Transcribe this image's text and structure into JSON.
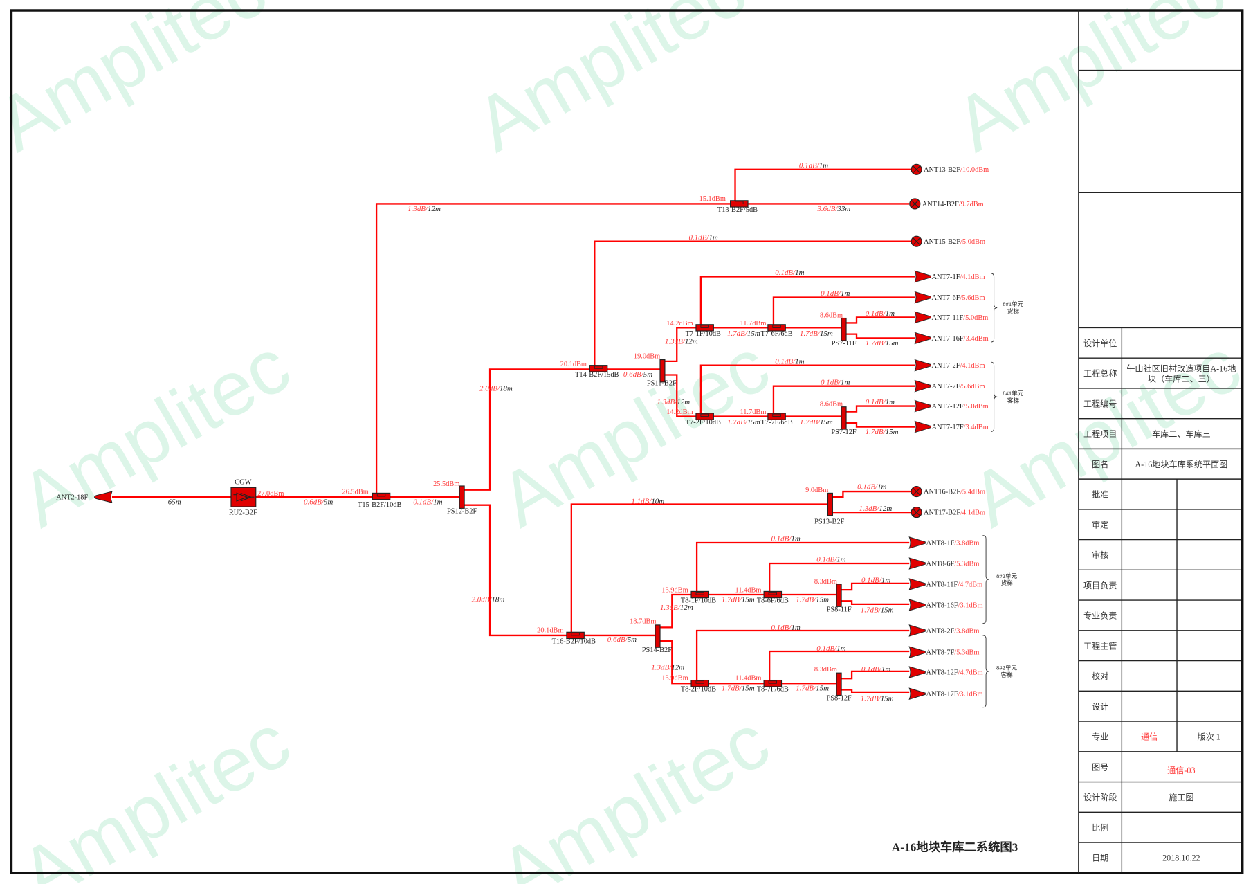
{
  "watermark": "Amplitec",
  "drawing_title": "A-16地块车库二系统图3",
  "colors": {
    "line": "#ff0000",
    "power_text": "#ff3b3b",
    "device": "#e00000",
    "watermark": "#dcf5e8"
  },
  "source": {
    "top_label": "CGW",
    "name": "RU2-B2F"
  },
  "devices": [
    "T15-B2F/10dB",
    "PS12-B2F",
    "T13-B2F/5dB",
    "T14-B2F/15dB",
    "PS11-B2F",
    "T7-1F/10dB",
    "T7-6F/6dB",
    "PS7-11F",
    "T7-2F/10dB",
    "T7-7F/6dB",
    "PS7-12F",
    "PS13-B2F",
    "T16-B2F/10dB",
    "PS14-B2F",
    "T8-1F/10dB",
    "T8-6F/6dB",
    "PS8-11F",
    "T8-2F/10dB",
    "T8-7F/6dB",
    "PS8-12F"
  ],
  "power_levels": [
    "27.0dBm",
    "26.5dBm",
    "25.5dBm",
    "15.1dBm",
    "20.1dBm",
    "19.0dBm",
    "14.2dBm",
    "11.7dBm",
    "8.6dBm",
    "14.2dBm",
    "11.7dBm",
    "8.6dBm",
    "9.0dBm",
    "20.1dBm",
    "18.7dBm",
    "13.9dBm",
    "11.4dBm",
    "8.3dBm",
    "13.9dBm",
    "11.4dBm",
    "8.3dBm"
  ],
  "cables": [
    {
      "loss": "",
      "len": "65m"
    },
    {
      "loss": "0.6dB/",
      "len": "5m"
    },
    {
      "loss": "0.1dB/",
      "len": "1m"
    },
    {
      "loss": "2.0dB/",
      "len": "18m"
    },
    {
      "loss": "2.0dB/",
      "len": "18m"
    },
    {
      "loss": "1.3dB/",
      "len": "12m"
    },
    {
      "loss": "3.6dB/",
      "len": "33m"
    },
    {
      "loss": "0.1dB/",
      "len": "1m"
    },
    {
      "loss": "0.1dB/",
      "len": "1m"
    },
    {
      "loss": "0.6dB/",
      "len": "5m"
    },
    {
      "loss": "1.3dB/",
      "len": "12m"
    },
    {
      "loss": "0.1dB/",
      "len": "1m"
    },
    {
      "loss": "0.1dB/",
      "len": "1m"
    },
    {
      "loss": "0.1dB/",
      "len": "1m"
    },
    {
      "loss": "1.7dB/",
      "len": "15m"
    },
    {
      "loss": "1.7dB/",
      "len": "15m"
    },
    {
      "loss": "1.7dB/",
      "len": "15m"
    },
    {
      "loss": "1.3dB/",
      "len": "12m"
    },
    {
      "loss": "0.1dB/",
      "len": "1m"
    },
    {
      "loss": "0.1dB/",
      "len": "1m"
    },
    {
      "loss": "0.1dB/",
      "len": "1m"
    },
    {
      "loss": "1.7dB/",
      "len": "15m"
    },
    {
      "loss": "1.7dB/",
      "len": "15m"
    },
    {
      "loss": "1.7dB/",
      "len": "15m"
    },
    {
      "loss": "1.1dB/",
      "len": "10m"
    },
    {
      "loss": "0.1dB/",
      "len": "1m"
    },
    {
      "loss": "1.3dB/",
      "len": "12m"
    },
    {
      "loss": "0.6dB/",
      "len": "5m"
    },
    {
      "loss": "1.3dB/",
      "len": "12m"
    },
    {
      "loss": "0.1dB/",
      "len": "1m"
    },
    {
      "loss": "0.1dB/",
      "len": "1m"
    },
    {
      "loss": "0.1dB/",
      "len": "1m"
    },
    {
      "loss": "1.7dB/",
      "len": "15m"
    },
    {
      "loss": "1.7dB/",
      "len": "15m"
    },
    {
      "loss": "1.7dB/",
      "len": "15m"
    },
    {
      "loss": "1.3dB/",
      "len": "12m"
    },
    {
      "loss": "0.1dB/",
      "len": "1m"
    },
    {
      "loss": "0.1dB/",
      "len": "1m"
    },
    {
      "loss": "0.1dB/",
      "len": "1m"
    },
    {
      "loss": "1.7dB/",
      "len": "15m"
    },
    {
      "loss": "1.7dB/",
      "len": "15m"
    },
    {
      "loss": "1.7dB/",
      "len": "15m"
    }
  ],
  "antennas": [
    {
      "name": "ANT2-18F",
      "power": "",
      "type": "panel-left"
    },
    {
      "name": "ANT13-B2F",
      "power": "/10.0dBm",
      "type": "omni"
    },
    {
      "name": "ANT14-B2F",
      "power": "/9.7dBm",
      "type": "omni"
    },
    {
      "name": "ANT15-B2F",
      "power": "/5.0dBm",
      "type": "omni"
    },
    {
      "name": "ANT7-1F",
      "power": "/4.1dBm",
      "type": "panel"
    },
    {
      "name": "ANT7-6F",
      "power": "/5.6dBm",
      "type": "panel"
    },
    {
      "name": "ANT7-11F",
      "power": "/5.0dBm",
      "type": "panel"
    },
    {
      "name": "ANT7-16F",
      "power": "/3.4dBm",
      "type": "panel"
    },
    {
      "name": "ANT7-2F",
      "power": "/4.1dBm",
      "type": "panel"
    },
    {
      "name": "ANT7-7F",
      "power": "/5.6dBm",
      "type": "panel"
    },
    {
      "name": "ANT7-12F",
      "power": "/5.0dBm",
      "type": "panel"
    },
    {
      "name": "ANT7-17F",
      "power": "/3.4dBm",
      "type": "panel"
    },
    {
      "name": "ANT16-B2F",
      "power": "/5.4dBm",
      "type": "omni"
    },
    {
      "name": "ANT17-B2F",
      "power": "/4.1dBm",
      "type": "omni"
    },
    {
      "name": "ANT8-1F",
      "power": "/3.8dBm",
      "type": "panel"
    },
    {
      "name": "ANT8-6F",
      "power": "/5.3dBm",
      "type": "panel"
    },
    {
      "name": "ANT8-11F",
      "power": "/4.7dBm",
      "type": "panel"
    },
    {
      "name": "ANT8-16F",
      "power": "/3.1dBm",
      "type": "panel"
    },
    {
      "name": "ANT8-2F",
      "power": "/3.8dBm",
      "type": "panel"
    },
    {
      "name": "ANT8-7F",
      "power": "/5.3dBm",
      "type": "panel"
    },
    {
      "name": "ANT8-12F",
      "power": "/4.7dBm",
      "type": "panel"
    },
    {
      "name": "ANT8-17F",
      "power": "/3.1dBm",
      "type": "panel"
    }
  ],
  "groups": [
    {
      "unit": "8#1单元",
      "lift": "货梯"
    },
    {
      "unit": "8#1单元",
      "lift": "客梯"
    },
    {
      "unit": "8#2单元",
      "lift": "货梯"
    },
    {
      "unit": "8#2单元",
      "lift": "客梯"
    }
  ],
  "title_block": {
    "rows": [
      {
        "label": "设计单位",
        "value": ""
      },
      {
        "label": "工程总称",
        "value": "午山社区旧村改造项目A-16地",
        "value2": "块（车库二、三）"
      },
      {
        "label": "工程编号",
        "value": ""
      },
      {
        "label": "工程项目",
        "value": "车库二、车库三"
      },
      {
        "label": "图名",
        "value": "A-16地块车库系统平面图"
      },
      {
        "label": "批准",
        "value": ""
      },
      {
        "label": "审定",
        "value": ""
      },
      {
        "label": "审核",
        "value": ""
      },
      {
        "label": "项目负责",
        "value": ""
      },
      {
        "label": "专业负责",
        "value": ""
      },
      {
        "label": "工程主管",
        "value": ""
      },
      {
        "label": "校对",
        "value": ""
      },
      {
        "label": "设计",
        "value": ""
      },
      {
        "label": "专业",
        "value": "通信",
        "value_b": "版次 1"
      },
      {
        "label": "图号",
        "value": "通信-03"
      },
      {
        "label": "设计阶段",
        "value": "施工图"
      },
      {
        "label": "比例",
        "value": ""
      },
      {
        "label": "日期",
        "value": "2018.10.22"
      }
    ]
  }
}
